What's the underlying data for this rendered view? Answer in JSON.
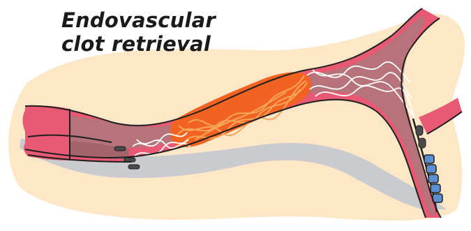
{
  "title": {
    "line1": "Endovascular",
    "line2": "clot retrieval"
  },
  "colors": {
    "background_blob": "#fde7c7",
    "shadow": "#c9cbcf",
    "vessel_wall": "#e85a73",
    "vessel_lumen": "#b6737a",
    "vessel_lumen_dark": "#a4646c",
    "clot": "#f26322",
    "clot_strands": "#f6a65a",
    "stent_mesh": "#ffffff",
    "catheter_marker": "#5b8fd1",
    "outline": "#1f1f1f"
  },
  "icons": {
    "illustration": "blood-vessel-with-stent-retriever-and-clot"
  }
}
